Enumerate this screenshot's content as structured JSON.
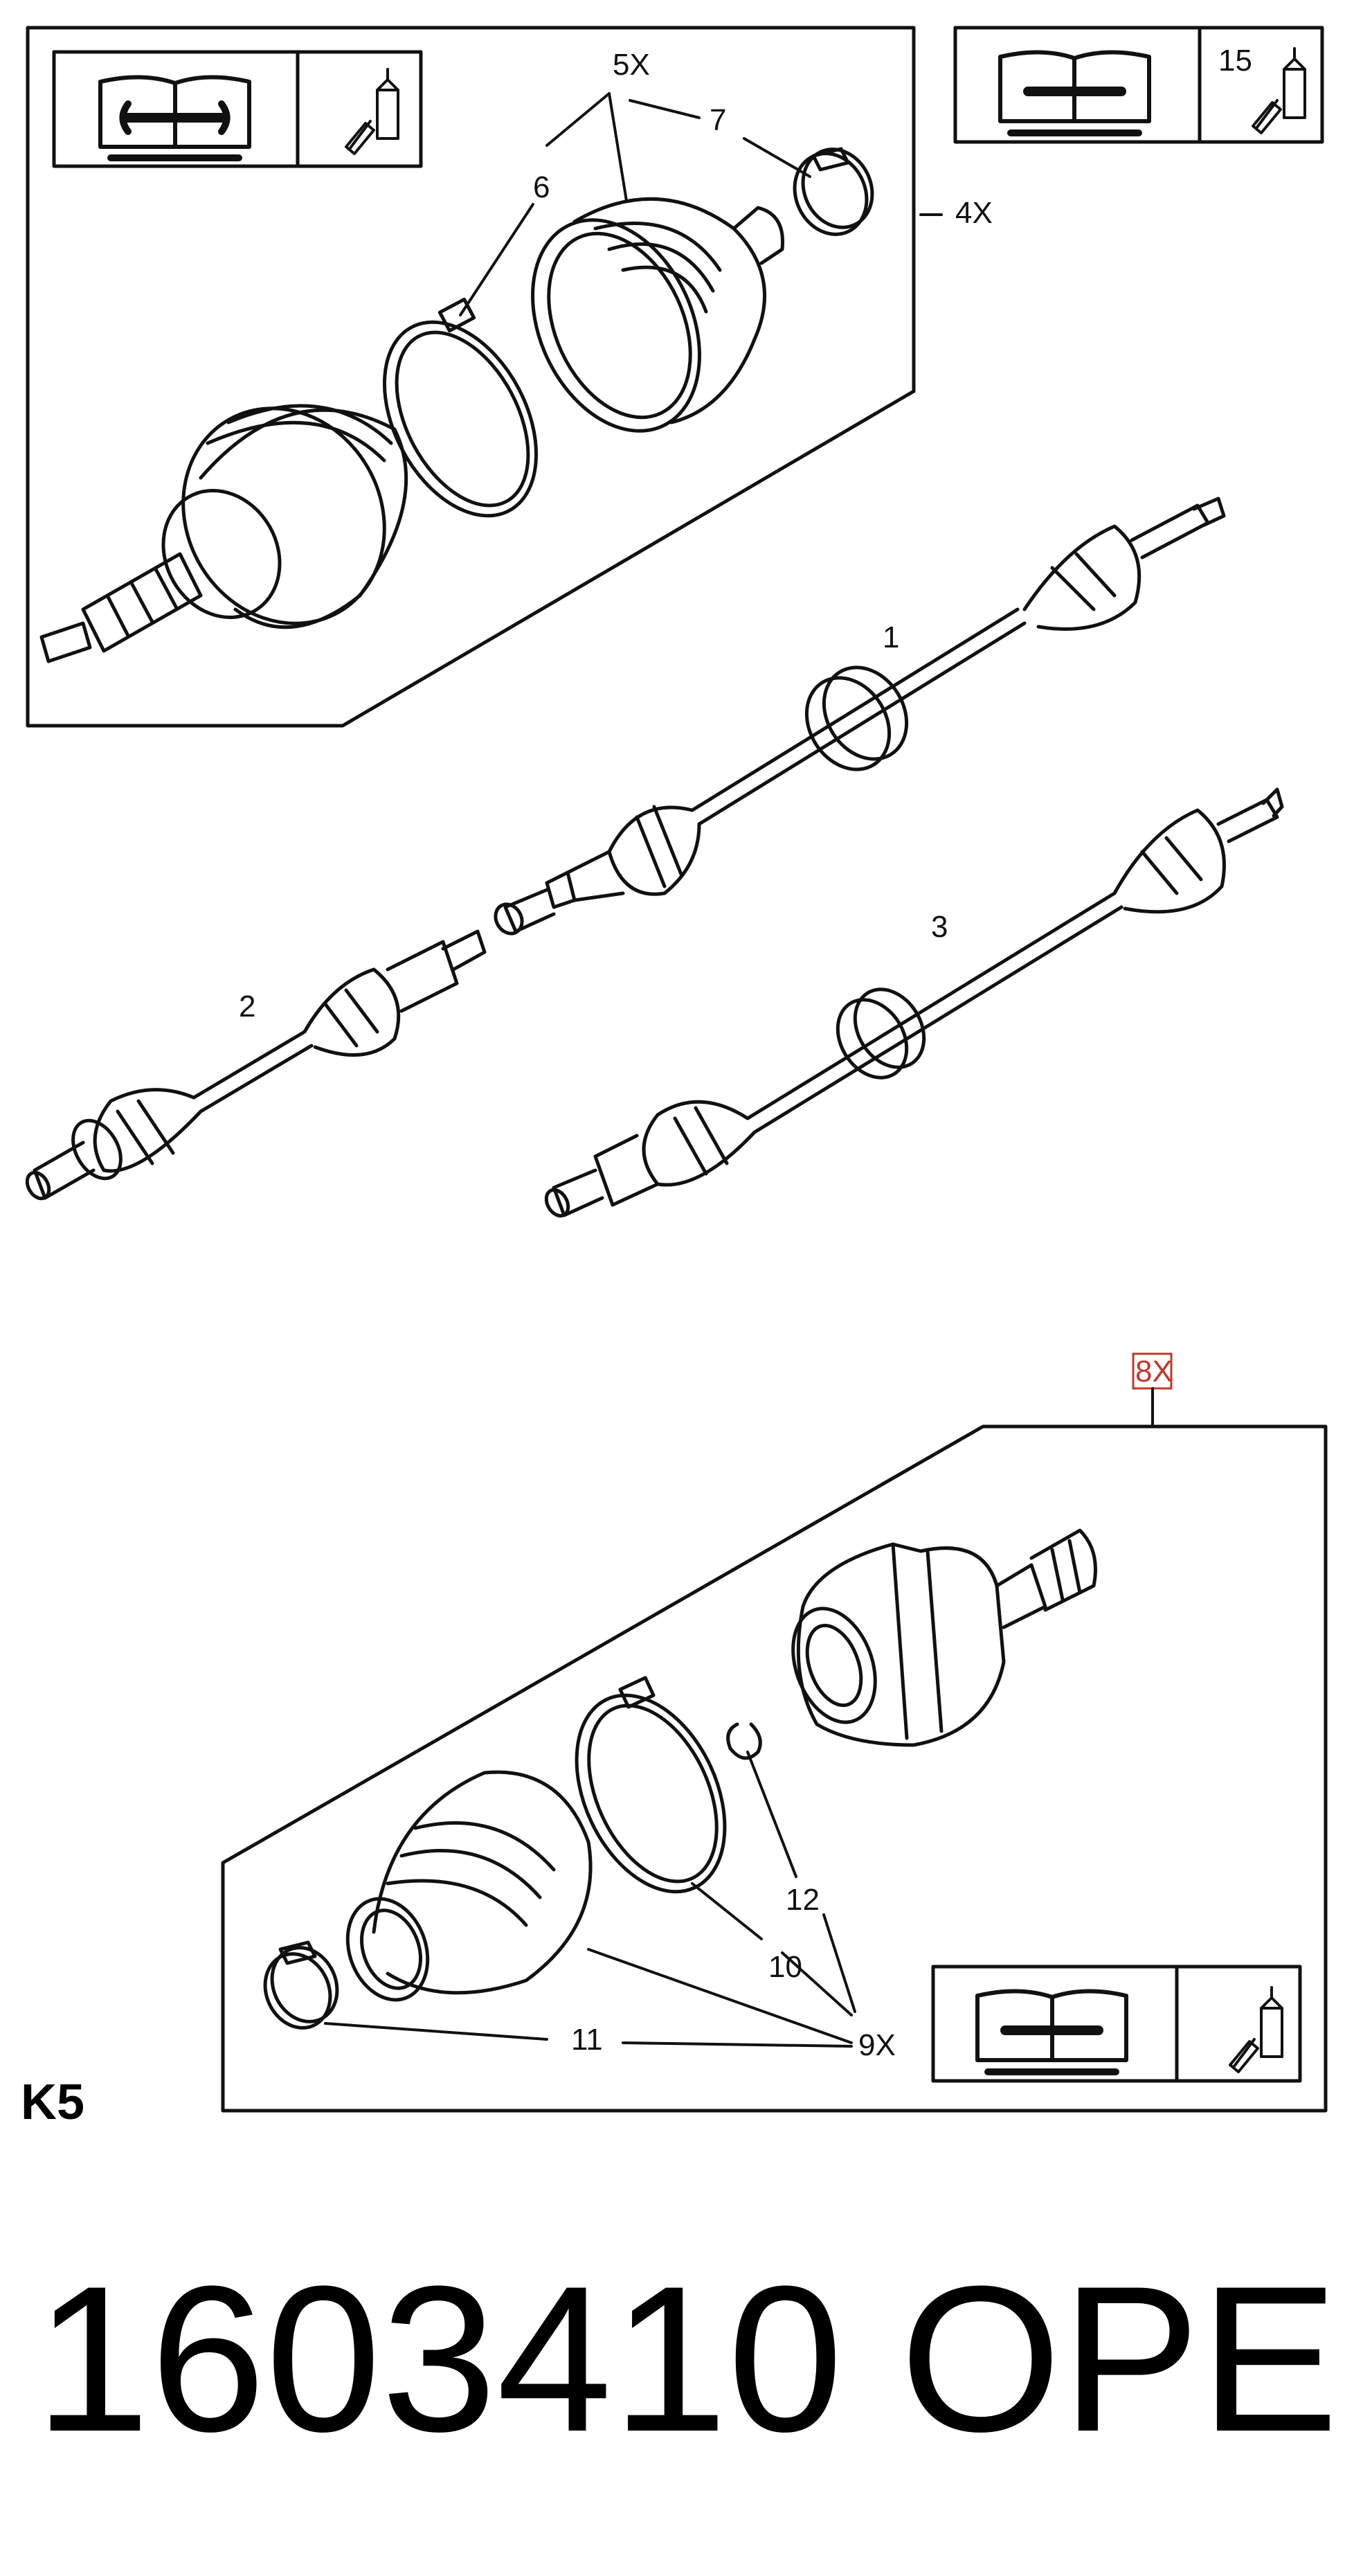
{
  "diagram": {
    "callouts": {
      "c5x": "5X",
      "c7": "7",
      "c6": "6",
      "c4x": "4X",
      "c15": "15",
      "c1": "1",
      "c2": "2",
      "c3": "3",
      "c8x": "8X",
      "c12": "12",
      "c10": "10",
      "c9x": "9X",
      "c11": "11"
    },
    "section_code": "K5",
    "colors": {
      "line": "#111111",
      "highlight": "#c0392b"
    },
    "icons": [
      "manual-wrench-icon",
      "grease-tube-icon"
    ]
  },
  "footer": {
    "part_number": "1603410",
    "brand": "OPEL"
  }
}
